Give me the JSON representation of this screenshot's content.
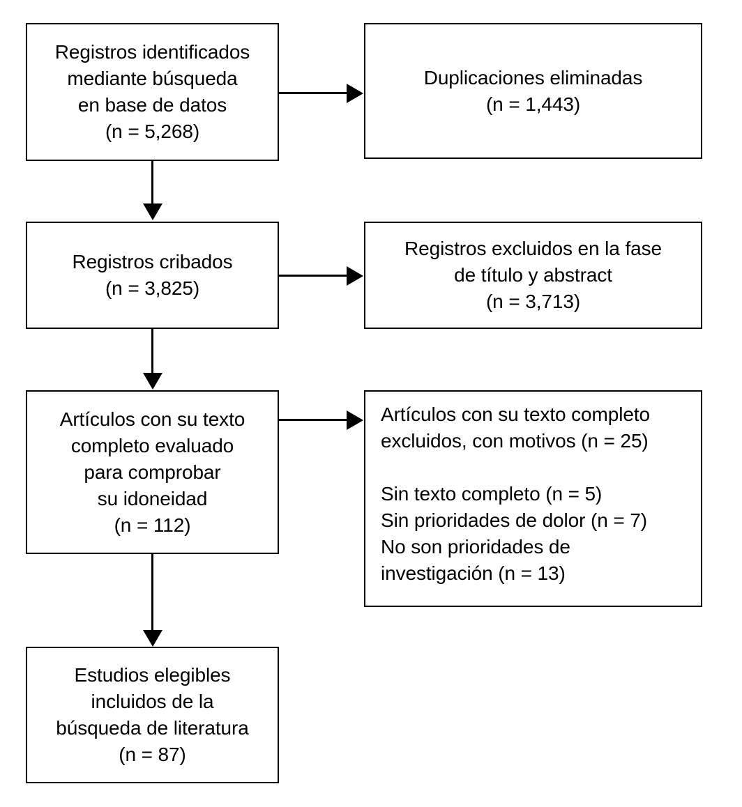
{
  "diagram": {
    "type": "prisma-flow-diagram",
    "language": "es",
    "boxes": {
      "identified": {
        "name": "Registros identificados mediante búsqueda en base de datos",
        "lines": [
          "Registros identificados",
          "mediante búsqueda",
          "en base de datos",
          "(n = 5,268)"
        ],
        "count": "5,268"
      },
      "duplicates_removed": {
        "name": "Duplicaciones eliminadas",
        "lines": [
          "Duplicaciones eliminadas",
          "(n = 1,443)"
        ],
        "count": "1,443"
      },
      "screened": {
        "name": "Registros cribados",
        "lines": [
          "Registros cribados",
          "(n = 3,825)"
        ],
        "count": "3,825"
      },
      "excluded_title_abstract": {
        "name": "Registros excluidos en la fase de título y abstract",
        "lines": [
          "Registros excluidos en la fase",
          "de título y abstract",
          "(n = 3,713)"
        ],
        "count": "3,713"
      },
      "fulltext_assessed": {
        "name": "Artículos con su texto completo evaluado para comprobar su idoneidad",
        "lines": [
          "Artículos con su texto",
          "completo evaluado",
          "para comprobar",
          "su idoneidad",
          "(n = 112)"
        ],
        "count": "112"
      },
      "fulltext_excluded": {
        "name": "Artículos con su texto completo excluidos, con motivos",
        "header_lines": [
          "Artículos con su texto completo",
          "excluidos, con motivos (n = 25)"
        ],
        "count": "25",
        "reason_lines": [
          "Sin texto completo (n = 5)",
          "Sin prioridades de dolor (n = 7)",
          "No son prioridades de",
          "investigación (n = 13)"
        ],
        "reasons": [
          {
            "label": "Sin texto completo",
            "count": "5"
          },
          {
            "label": "Sin prioridades de dolor",
            "count": "7"
          },
          {
            "label": "No son prioridades de investigación",
            "count": "13"
          }
        ]
      },
      "included": {
        "name": "Estudios elegibles incluidos de la búsqueda de literatura",
        "lines": [
          "Estudios elegibles",
          "incluidos de la",
          "búsqueda de literatura",
          "(n = 87)"
        ],
        "count": "87"
      }
    },
    "colors": {
      "stroke": "#000000",
      "fill": "#ffffff",
      "text": "#000000"
    }
  }
}
